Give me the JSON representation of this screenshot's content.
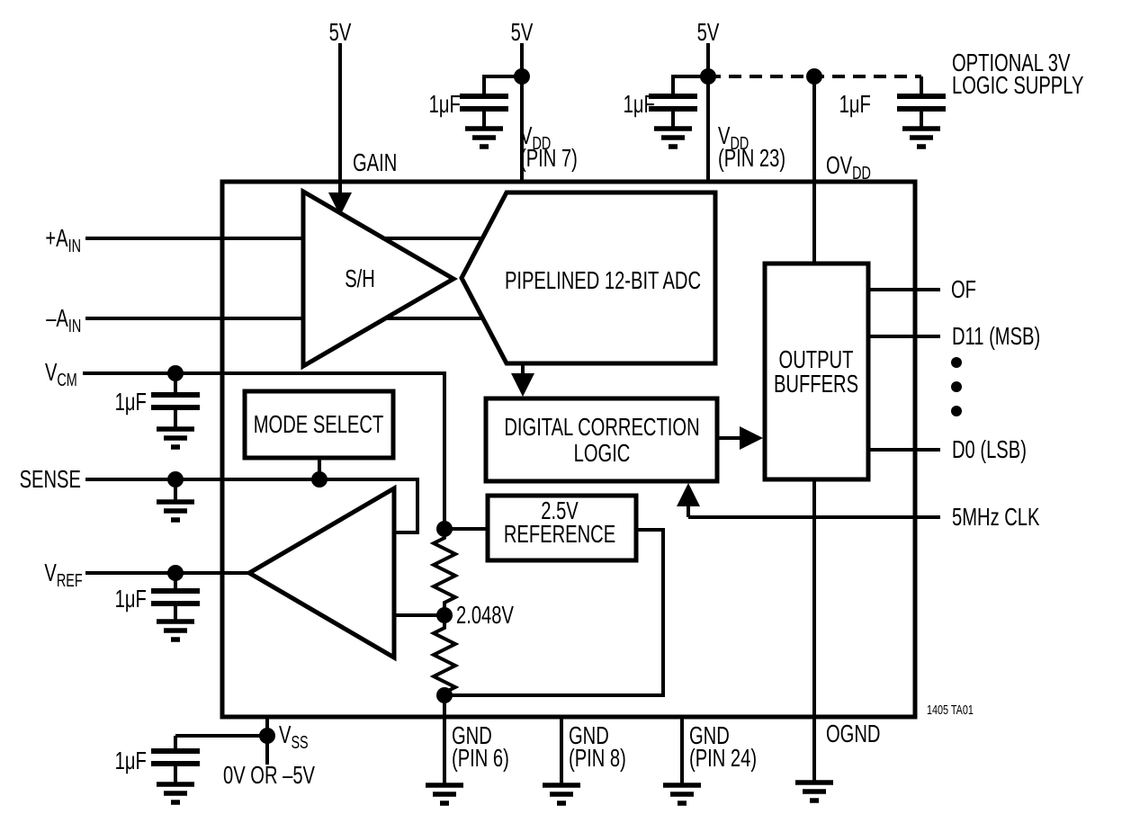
{
  "figure": {
    "id": "1405 TA01"
  },
  "colors": {
    "line": "#000000",
    "background": "#ffffff"
  },
  "supplies": {
    "gain": "5V",
    "vdd7": "5V",
    "vdd23": "5V",
    "optional_line1": "OPTIONAL 3V",
    "optional_line2": "LOGIC SUPPLY"
  },
  "caps": {
    "vdd7": "1μF",
    "vdd23": "1μF",
    "ovdd": "1μF",
    "vcm": "1μF",
    "vref": "1μF",
    "vss": "1μF"
  },
  "pins": {
    "gain": {
      "label": "GAIN"
    },
    "vdd7": {
      "base": "V",
      "sub": "DD",
      "pin": "(PIN 7)"
    },
    "vdd23": {
      "base": "V",
      "sub": "DD",
      "pin": "(PIN 23)"
    },
    "ovdd": {
      "base": "OV",
      "sub": "DD"
    },
    "ain_pos": {
      "base": "+A",
      "sub": "IN"
    },
    "ain_neg": {
      "base": "–A",
      "sub": "IN"
    },
    "vcm": {
      "base": "V",
      "sub": "CM"
    },
    "sense": {
      "label": "SENSE"
    },
    "vref": {
      "base": "V",
      "sub": "REF"
    },
    "vss": {
      "base": "V",
      "sub": "SS",
      "note": "0V OR –5V"
    },
    "gnd6": {
      "label": "GND",
      "pin": "(PIN 6)"
    },
    "gnd8": {
      "label": "GND",
      "pin": "(PIN 8)"
    },
    "gnd24": {
      "label": "GND",
      "pin": "(PIN 24)"
    },
    "ognd": {
      "label": "OGND"
    }
  },
  "blocks": {
    "sh": "S/H",
    "adc": "PIPELINED 12-BIT ADC",
    "mode_select": "MODE SELECT",
    "dcl_line1": "DIGITAL CORRECTION",
    "dcl_line2": "LOGIC",
    "ref_line1": "2.5V",
    "ref_line2": "REFERENCE",
    "ob_line1": "OUTPUT",
    "ob_line2": "BUFFERS"
  },
  "nodes": {
    "ref_tap": "2.048V"
  },
  "outputs": {
    "of": "OF",
    "d11": "D11 (MSB)",
    "d0": "D0 (LSB)",
    "clk": "5MHz CLK"
  }
}
